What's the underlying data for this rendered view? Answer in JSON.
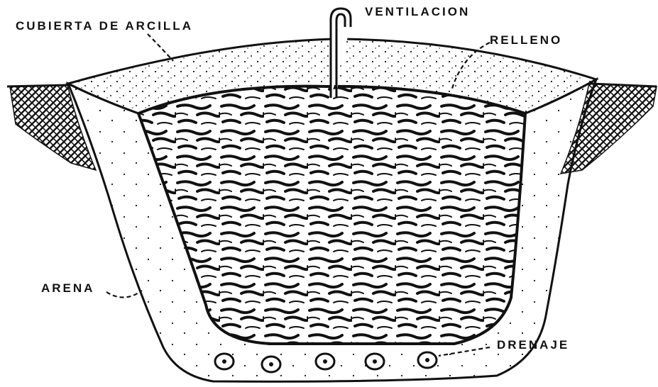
{
  "labels": {
    "clay_cover": "CUBIERTA DE ARCILLA",
    "ventilation": "VENTILACION",
    "fill": "RELLENO",
    "sand": "ARENA",
    "drainage": "DRENAJE"
  },
  "colors": {
    "ink": "#111111",
    "background": "#ffffff"
  },
  "drain_pipe_count": 5
}
